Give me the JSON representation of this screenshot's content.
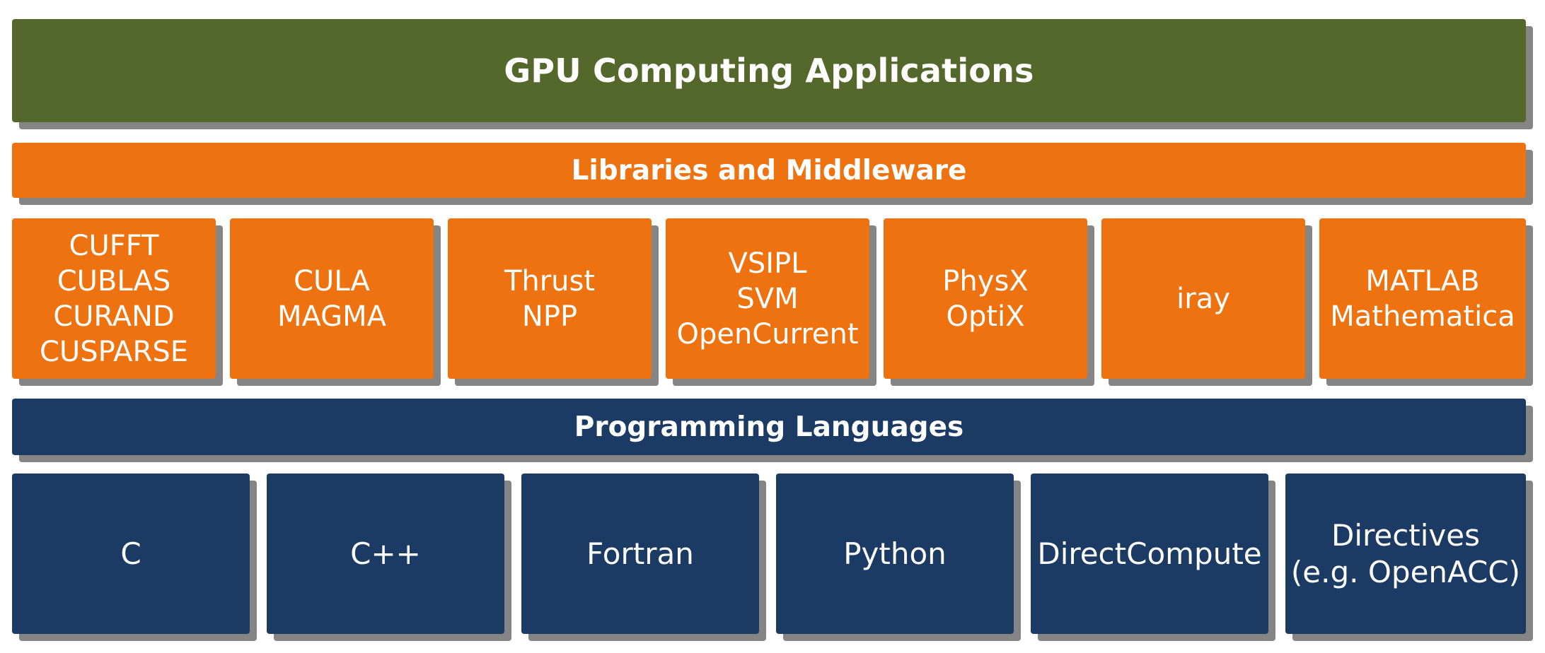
{
  "header": {
    "title": "GPU Computing Applications"
  },
  "libraries": {
    "title": "Libraries and Middleware",
    "items": [
      {
        "lines": [
          "CUFFT",
          "CUBLAS",
          "CURAND",
          "CUSPARSE"
        ]
      },
      {
        "lines": [
          "CULA",
          "MAGMA"
        ]
      },
      {
        "lines": [
          "Thrust",
          "NPP"
        ]
      },
      {
        "lines": [
          "VSIPL",
          "SVM",
          "OpenCurrent"
        ]
      },
      {
        "lines": [
          "PhysX",
          "OptiX"
        ]
      },
      {
        "lines": [
          "iray"
        ]
      },
      {
        "lines": [
          "MATLAB",
          "Mathematica"
        ]
      }
    ]
  },
  "languages": {
    "title": "Programming Languages",
    "items": [
      {
        "lines": [
          "C"
        ]
      },
      {
        "lines": [
          "C++"
        ]
      },
      {
        "lines": [
          "Fortran"
        ]
      },
      {
        "lines": [
          "Python"
        ]
      },
      {
        "lines": [
          "DirectCompute"
        ]
      },
      {
        "lines": [
          "Directives",
          "(e.g. OpenACC)"
        ]
      }
    ]
  },
  "colors": {
    "applications": "#55682c",
    "libraries": "#ee720f",
    "languages": "#1b3a64",
    "shadow": "#858585",
    "text": "#ffffff"
  }
}
